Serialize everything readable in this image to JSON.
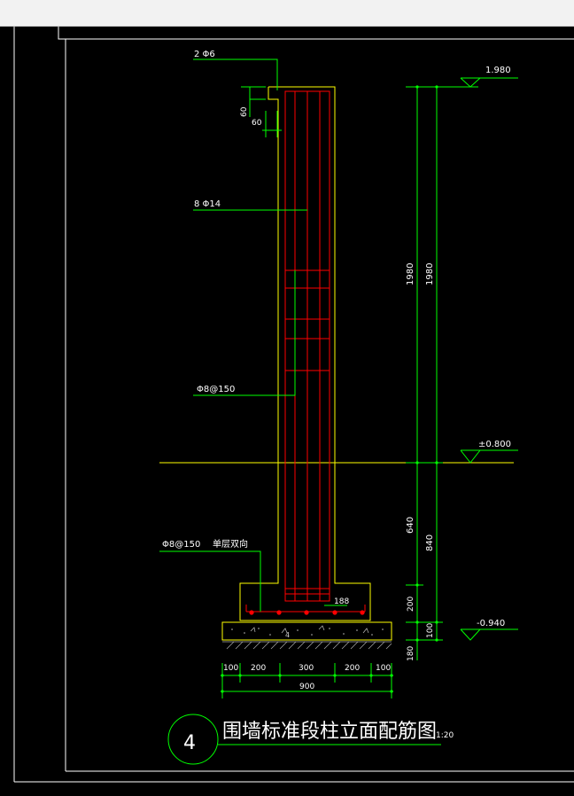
{
  "labels": {
    "stirrup_cap": "2 Φ6",
    "main_bars": "8 Φ14",
    "stirrup_col": "Φ8@150",
    "base_mesh": "Φ8@150",
    "base_mesh_note": "单层双向",
    "dim_60a": "60",
    "dim_60b": "60",
    "dim_188": "188"
  },
  "elevations": {
    "top": "1.980",
    "ground": "±0.800",
    "base": "-0.940"
  },
  "vertical_dims": {
    "left_upper": "1980",
    "right_upper": "1980",
    "left_lower": "640",
    "right_lower": "840",
    "foot_200": "200",
    "pad_100": "100",
    "bottom_180": "180"
  },
  "horizontal_dims": {
    "d1": "100",
    "d2": "200",
    "d3": "300",
    "d4": "200",
    "d5": "100",
    "total": "900"
  },
  "title": {
    "number": "4",
    "text": "围墙标准段柱立面配筋图",
    "scale": "1:20"
  },
  "colors": {
    "background": "#000000",
    "outline": "#ffff00",
    "rebar": "#ff0000",
    "dimension": "#00ff00",
    "text": "#ffffff"
  }
}
